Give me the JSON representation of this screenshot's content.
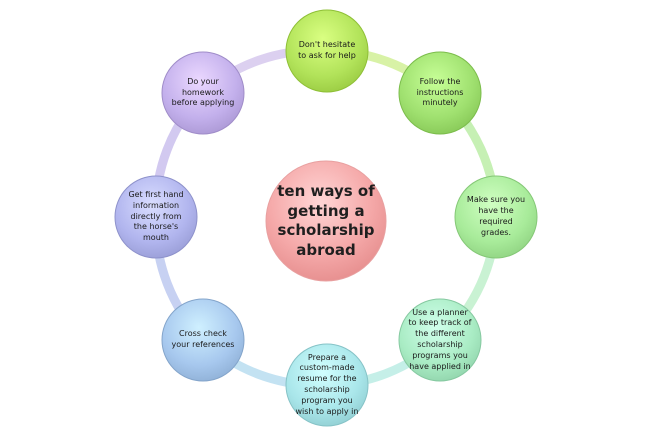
{
  "diagram": {
    "center": {
      "text": "ten ways of getting a scholarship abroad",
      "fill": "#f4a7a7"
    },
    "nodes": [
      {
        "text": "Don't hesitate to ask for help",
        "color": "#b2e35a"
      },
      {
        "text": "Follow the instructions minutely",
        "color": "#9fe06f"
      },
      {
        "text": "Make sure you have the required grades.",
        "color": "#a8eb9a"
      },
      {
        "text": "Use a planner to keep track of the different scholarship programs you have applied in",
        "color": "#a9ecc4"
      },
      {
        "text": "Prepare a custom-made resume for the scholarship program you wish to apply in",
        "color": "#a9e6ea"
      },
      {
        "text": "Cross check your references",
        "color": "#a7c8ee"
      },
      {
        "text": "Get first hand information directly from the horse's mouth",
        "color": "#b1b5ee"
      },
      {
        "text": "Do your homework before applying",
        "color": "#c3b0ec"
      }
    ],
    "ring_colors": [
      "#d8f2a6",
      "#c6f0b4",
      "#c9f2d3",
      "#c5efe8",
      "#c3e2f2",
      "#c7d1f2",
      "#d2c9f0",
      "#dcd0f0"
    ]
  }
}
